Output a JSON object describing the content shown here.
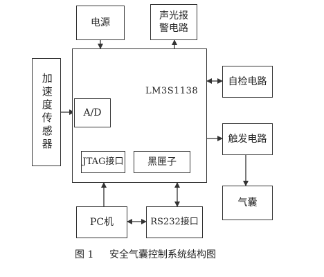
{
  "diagram": {
    "mcu_label": "LM3S1138",
    "boxes": {
      "power": "电源",
      "alarm": "声光报\n警电路",
      "sensor": "加速度传感器",
      "adc": "A/D",
      "selftest": "自检电路",
      "trigger": "触发电路",
      "jtag": "JTAG接口",
      "blackbox": "黑匣子",
      "airbag": "气囊",
      "pc": "PC机",
      "rs232": "RS232接口"
    }
  },
  "caption": {
    "number": "图 1",
    "text": "安全气囊控制系统结构图"
  }
}
